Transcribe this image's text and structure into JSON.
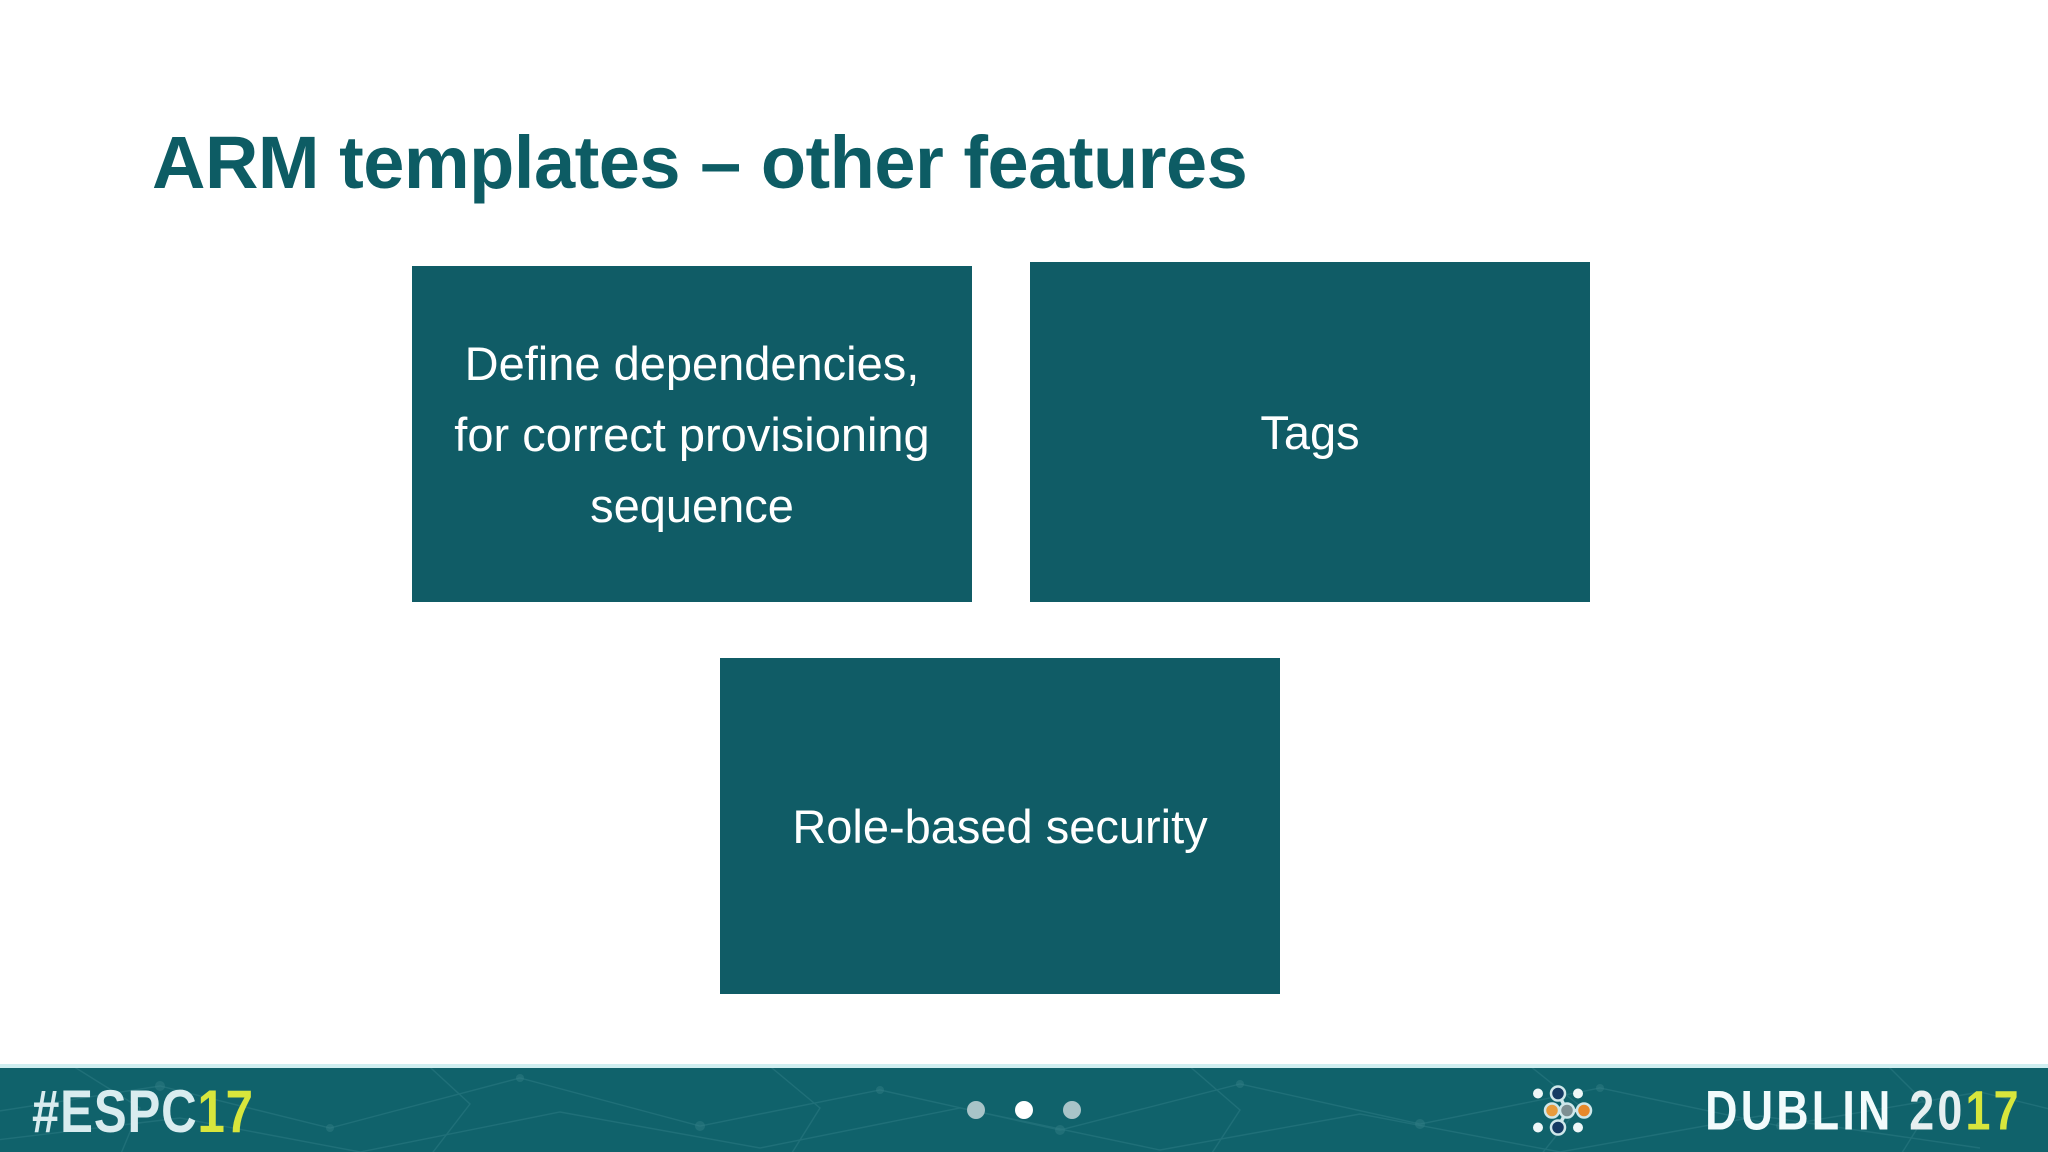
{
  "slide": {
    "title": "ARM templates – other features",
    "background_color": "#ffffff",
    "accent_color": "#105c66",
    "title_color": "#0d5c64"
  },
  "boxes": [
    {
      "name": "dependencies",
      "label": "Define dependencies, for correct provisioning sequence",
      "fill": "#105c66",
      "text_color": "#ffffff"
    },
    {
      "name": "tags",
      "label": "Tags",
      "fill": "#105c66",
      "text_color": "#ffffff"
    },
    {
      "name": "role-based-security",
      "label": "Role-based security",
      "fill": "#105c66",
      "text_color": "#ffffff"
    }
  ],
  "footer": {
    "bar_color": "#10626b",
    "top_border_color": "#cfeef0",
    "hashtag": {
      "main": "#ESPC",
      "year": "17",
      "main_color": "#d9ecef",
      "year_color": "#d8e63c"
    },
    "progress_dots": {
      "count": 3,
      "active_index": 1,
      "inactive_color": "#a8c4c8",
      "active_color": "#ffffff"
    },
    "brand": {
      "icon": "network-nodes-icon",
      "city": "DUBLIN",
      "year_prefix": "20",
      "year_suffix": "17",
      "city_color": "#f2fbfc",
      "year_suffix_color": "#d8e63c"
    }
  }
}
